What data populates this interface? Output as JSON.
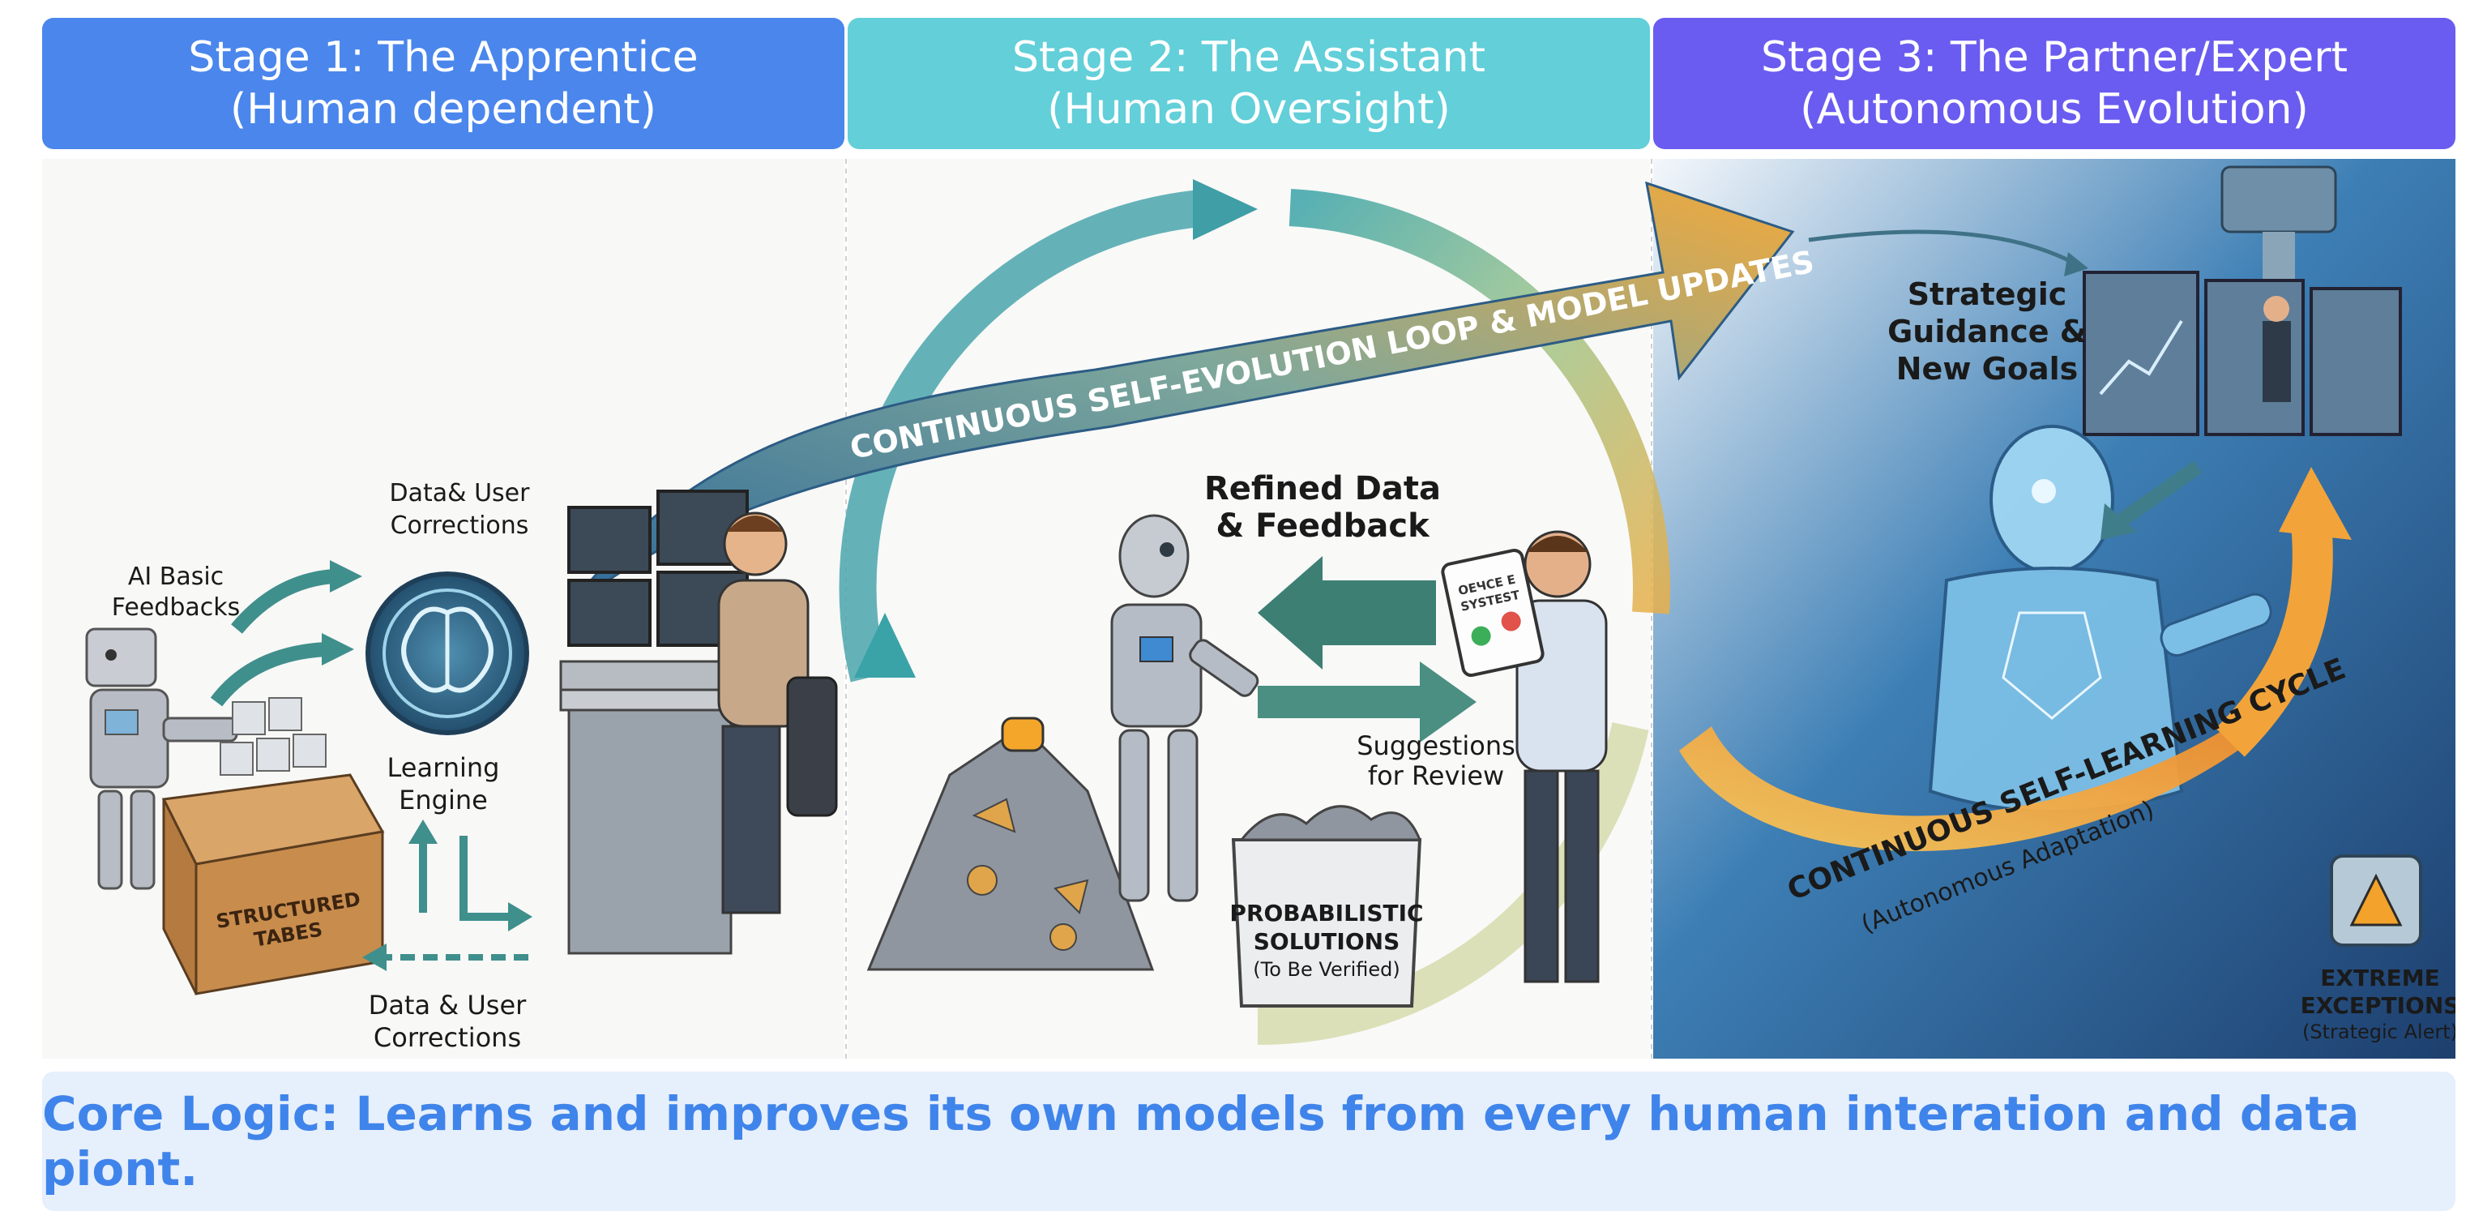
{
  "stages": [
    {
      "title": "Stage 1: The Apprentice",
      "subtitle": "(Human dependent)",
      "color": "#4a86ec"
    },
    {
      "title": "Stage 2: The Assistant",
      "subtitle": "(Human Oversight)",
      "color": "#62cfd9"
    },
    {
      "title": "Stage 3: The Partner/Expert",
      "subtitle": "(Autonomous Evolution)",
      "color": "#6a5cf0"
    }
  ],
  "loop_banner": "CONTINUOUS SELF-EVOLUTION LOOP & MODEL UPDATES",
  "stage1": {
    "ai_basic": [
      "AI Basic",
      "Feedbacks"
    ],
    "data_user_top": [
      "Data& User",
      "Corrections"
    ],
    "engine": [
      "Learning",
      "Engine"
    ],
    "data_user_bottom": [
      "Data & User",
      "Corrections"
    ],
    "box_label": [
      "STRUCTURED",
      "TABES"
    ]
  },
  "stage2": {
    "refined": [
      "Refined Data",
      "& Feedback"
    ],
    "suggestions": [
      "Suggestions",
      "for Review"
    ],
    "tablet": [
      "ОЕЧСЕ Е",
      "SYSTEST"
    ],
    "bin": [
      "PROBABILISTIC",
      "SOLUTIONS",
      "(To Be Verified)"
    ]
  },
  "stage3": {
    "guidance": [
      "Strategic",
      "Guidance &",
      "New Goals"
    ],
    "cycle": "CONTINUOUS SELF-LEARNING CYCLE",
    "cycle_sub": "(Autonomous Adaptation)",
    "exceptions": [
      "EXTREME",
      "EXCEPTIONS",
      "(Strategic Alert)"
    ]
  },
  "core_logic": "Core Logic: Learns and improves its own models from every human interation and data piont."
}
